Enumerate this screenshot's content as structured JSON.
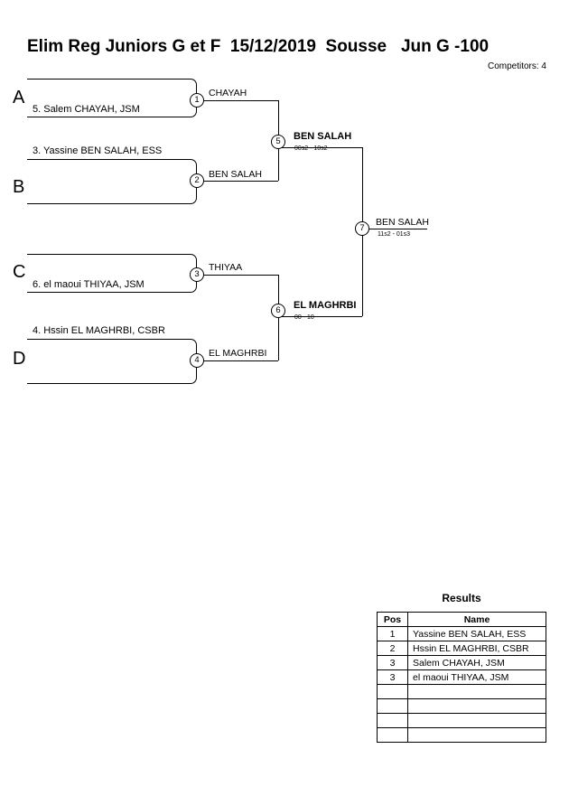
{
  "header": {
    "title": "Elim Reg Juniors G et F  15/12/2019  Sousse   Jun G -100",
    "competitors": "Competitors: 4"
  },
  "bracket": {
    "groups": [
      {
        "letter": "A"
      },
      {
        "letter": "B"
      },
      {
        "letter": "C"
      },
      {
        "letter": "D"
      }
    ],
    "entries": [
      {
        "id": "entry-a",
        "label": "5. Salem CHAYAH, JSM"
      },
      {
        "id": "entry-b",
        "label": "3. Yassine BEN SALAH, ESS"
      },
      {
        "id": "entry-c",
        "label": "6. el maoui THIYAA, JSM"
      },
      {
        "id": "entry-d",
        "label": "4. Hssin EL MAGHRBI, CSBR"
      }
    ],
    "matches": [
      {
        "number": "1",
        "winner": "CHAYAH",
        "score": ""
      },
      {
        "number": "2",
        "winner": "BEN SALAH",
        "score": ""
      },
      {
        "number": "3",
        "winner": "THIYAA",
        "score": ""
      },
      {
        "number": "4",
        "winner": "EL MAGHRBI",
        "score": ""
      },
      {
        "number": "5",
        "winner": "BEN SALAH",
        "score": "00s2 - 10s2"
      },
      {
        "number": "6",
        "winner": "EL MAGHRBI",
        "score": "00 - 10"
      },
      {
        "number": "7",
        "winner": "BEN SALAH",
        "score": "11s2 - 01s3"
      }
    ]
  },
  "results": {
    "title": "Results",
    "columns": [
      "Pos",
      "Name"
    ],
    "rows": [
      {
        "pos": "1",
        "name": "Yassine BEN SALAH, ESS"
      },
      {
        "pos": "2",
        "name": "Hssin EL MAGHRBI, CSBR"
      },
      {
        "pos": "3",
        "name": "Salem CHAYAH, JSM"
      },
      {
        "pos": "3",
        "name": "el maoui THIYAA, JSM"
      },
      {
        "pos": "",
        "name": ""
      },
      {
        "pos": "",
        "name": ""
      },
      {
        "pos": "",
        "name": ""
      },
      {
        "pos": "",
        "name": ""
      }
    ]
  }
}
